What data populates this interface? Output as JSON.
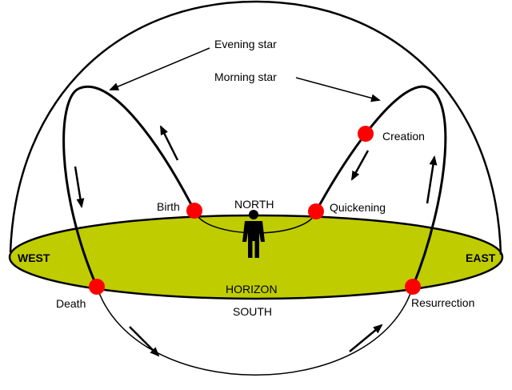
{
  "labels": {
    "evening_star": "Evening star",
    "morning_star": "Morning star",
    "creation": "Creation",
    "birth": "Birth",
    "north": "NORTH",
    "quickening": "Quickening",
    "west": "WEST",
    "east": "EAST",
    "horizon": "HORIZON",
    "south": "SOUTH",
    "death": "Death",
    "resurrection": "Resurrection"
  },
  "colors": {
    "horizon_fill": "#bfcc00",
    "point_fill": "#ff0000",
    "line": "#000000"
  }
}
